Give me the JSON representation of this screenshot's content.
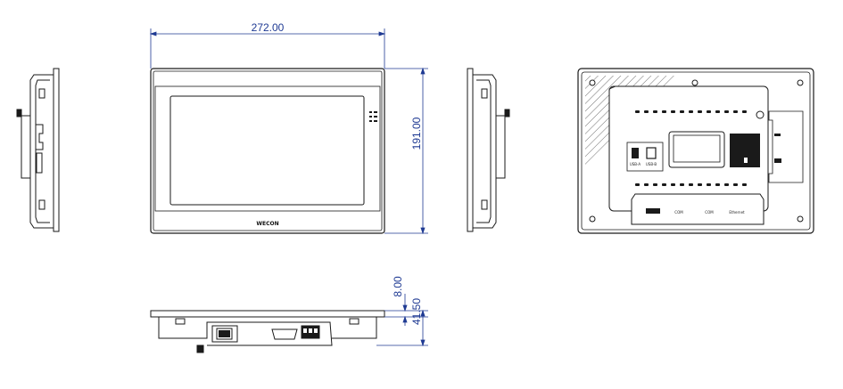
{
  "dimensions": {
    "width": "272.00",
    "height": "191.00",
    "bezel_depth": "8.00",
    "total_depth": "41.50"
  },
  "front": {
    "brand": "WECON"
  },
  "rear": {
    "labels": [
      "USB-A",
      "USB-B",
      "COM",
      "COM",
      "Ethernet"
    ]
  },
  "colors": {
    "dimension": "#1f3a93",
    "outline": "#1a1a1a"
  }
}
